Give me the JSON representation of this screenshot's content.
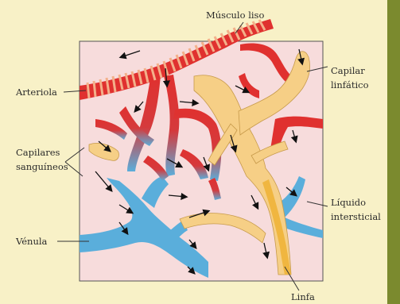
{
  "labels": {
    "musculo_liso": "Músculo liso",
    "arteriola": "Arteriola",
    "capilar_linfatico_1": "Capilar",
    "capilar_linfatico_2": "linfático",
    "capilares_sanguineos_1": "Capilares",
    "capilares_sanguineos_2": "sanguíneos",
    "liquido_intersticial_1": "Líquido",
    "liquido_intersticial_2": "intersticial",
    "venula": "Vénula",
    "linfa": "Linfa"
  },
  "colors": {
    "background": "#f8f1c7",
    "right_strip": "#7b8a2e",
    "interstitial": "#f7dcdc",
    "arteriole": "#e0312f",
    "smooth_muscle": "#f3b08a",
    "venule": "#5aaedb",
    "lymphatic": "#f6cf86",
    "lymph": "#f0b640"
  }
}
